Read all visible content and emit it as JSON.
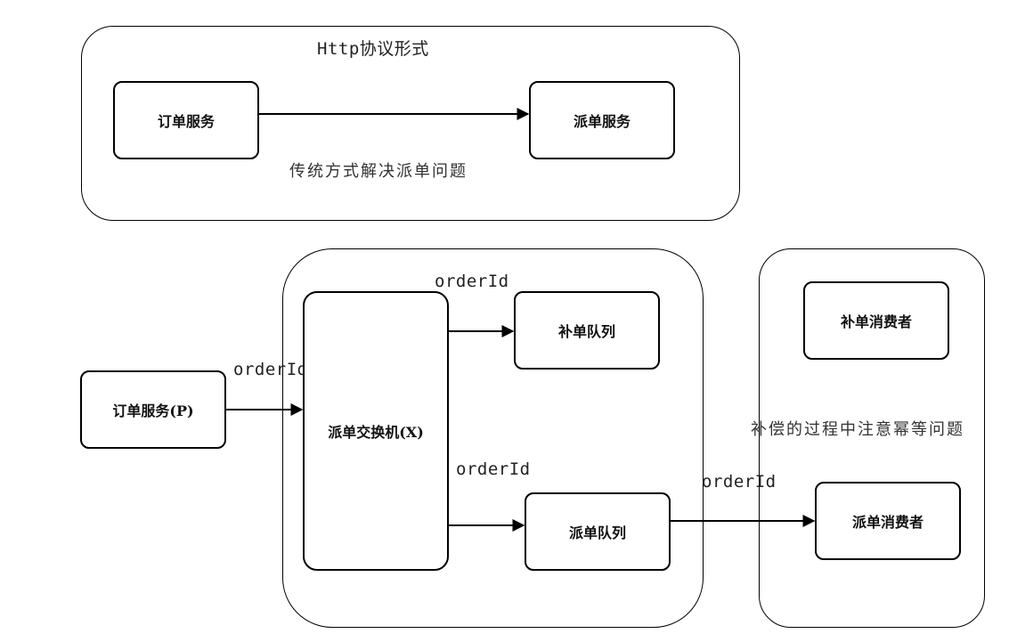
{
  "containers": {
    "http_title": "Http协议形式",
    "traditional_caption": "传统方式解决派单问题",
    "compensation_caption": "补偿的过程中注意幂等问题"
  },
  "nodes": {
    "order_service_http": "订单服务",
    "dispatch_service_http": "派单服务",
    "order_service_p": "订单服务(P)",
    "dispatch_exchange": "派单交换机(X)",
    "supplement_queue": "补单队列",
    "dispatch_queue": "派单队列",
    "supplement_consumer": "补单消费者",
    "dispatch_consumer": "派单消费者"
  },
  "edges": {
    "order_to_exchange": "orderId",
    "exchange_to_supplement": "orderId",
    "exchange_to_dispatch": "orderId",
    "dispatch_to_consumer": "orderId"
  }
}
